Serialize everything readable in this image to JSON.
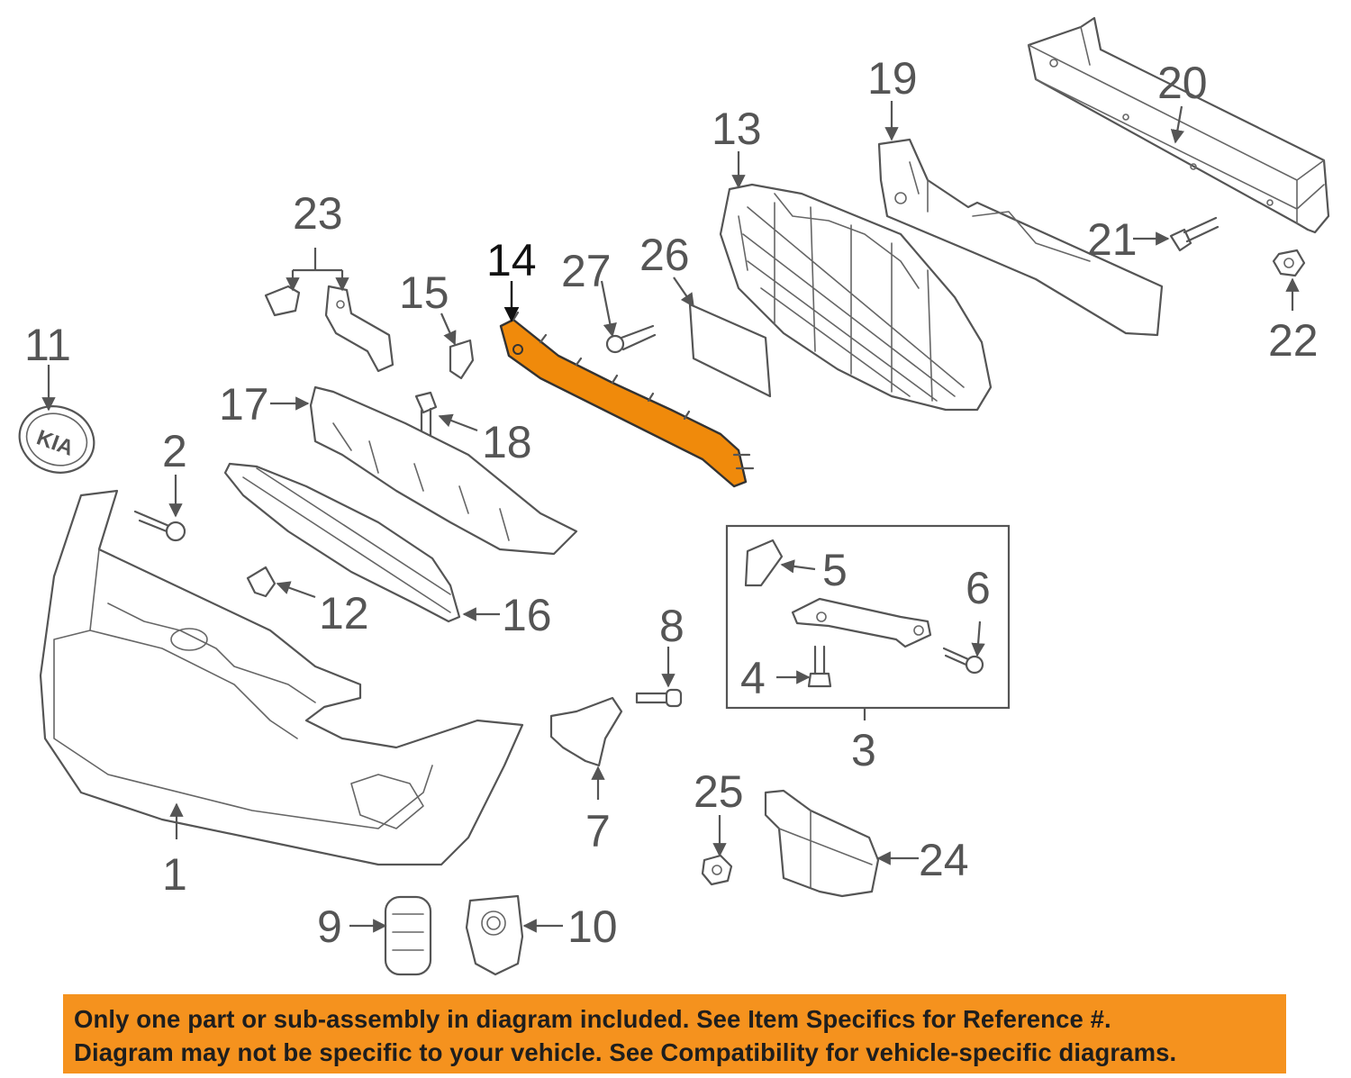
{
  "callouts": {
    "c1": "1",
    "c2": "2",
    "c3": "3",
    "c4": "4",
    "c5": "5",
    "c6": "6",
    "c7": "7",
    "c8": "8",
    "c9": "9",
    "c10": "10",
    "c11": "11",
    "c12": "12",
    "c13": "13",
    "c14": "14",
    "c15": "15",
    "c16": "16",
    "c17": "17",
    "c18": "18",
    "c19": "19",
    "c20": "20",
    "c21": "21",
    "c22": "22",
    "c23": "23",
    "c24": "24",
    "c25": "25",
    "c26": "26",
    "c27": "27"
  },
  "highlighted_part": "14",
  "highlight_color": "#f08a0b",
  "notice": {
    "line1": "Only one part or sub-assembly in diagram included. See Item Specifics for Reference #.",
    "line2": "Diagram may not be specific to your vehicle. See Compatibility for vehicle-specific diagrams.",
    "background": "#f5921e"
  }
}
